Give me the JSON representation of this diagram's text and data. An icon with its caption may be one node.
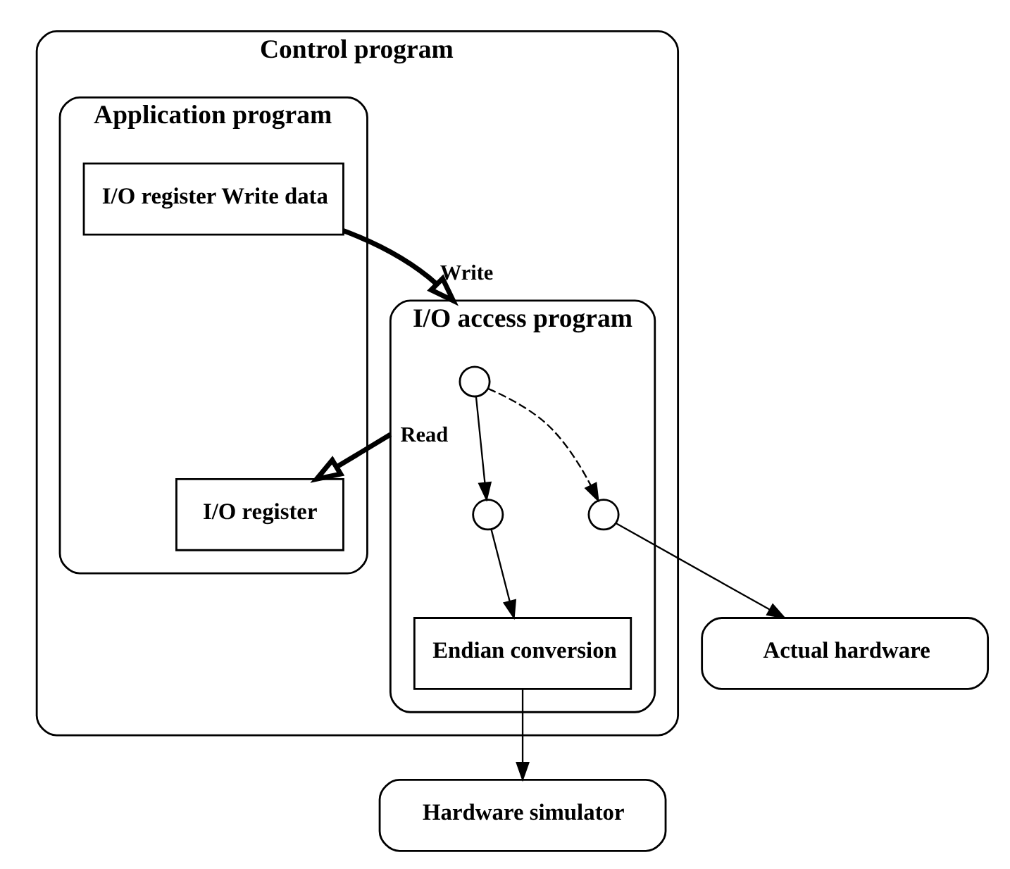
{
  "diagram": {
    "nodes": [
      {
        "text": [
          "Control program"
        ]
      },
      {
        "text": [
          "Application program"
        ],
        "in": 0
      },
      {
        "text": [
          "I/O register"
        ],
        "in": 1
      },
      {
        "text": [
          "I/O register Write data"
        ],
        "in": 1
      },
      {
        "text": [
          "I/O access program"
        ],
        "in": 0
      },
      {
        "text": [],
        "shape": "circle",
        "in": 4
      },
      {
        "text": [],
        "shape": "circle",
        "in": 4
      },
      {
        "text": [],
        "shape": "circle",
        "in": 4
      },
      {
        "text": [
          "Endian conversion"
        ],
        "in": 4
      },
      {
        "text": [
          "Hardware simulator"
        ]
      },
      {
        "text": [
          "Actual hardware"
        ]
      }
    ],
    "edges": [
      {
        "from": 4,
        "to": 2,
        "arrow": "to",
        "label": "Read",
        "style": "thick"
      },
      {
        "from": 3,
        "to": 4,
        "arrow": "to",
        "label": "Write",
        "style": "thick"
      },
      {
        "from": 5,
        "to": 6,
        "arrow": "to"
      },
      {
        "from": 6,
        "to": 8,
        "arrow": "to"
      },
      {
        "from": 5,
        "to": 7,
        "arrow": "to",
        "style": "dashed"
      },
      {
        "from": 7,
        "to": 10,
        "arrow": "to"
      },
      {
        "from": 8,
        "to": 9,
        "arrow": "to"
      }
    ]
  }
}
